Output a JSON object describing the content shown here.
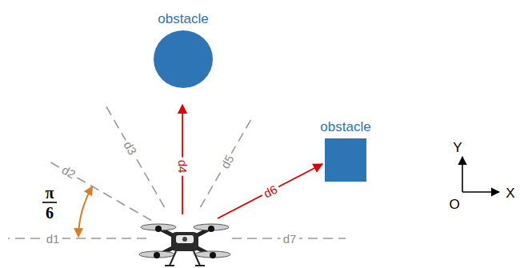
{
  "diagram": {
    "nodes": [
      {
        "text": [
          "obstacle"
        ]
      },
      {
        "text": [
          "obstacle"
        ]
      }
    ],
    "labels": [
      "d1",
      "d2",
      "d3",
      "d4",
      "d5",
      "d6",
      "d7",
      "π",
      "6",
      "Y",
      "X",
      "O"
    ]
  }
}
